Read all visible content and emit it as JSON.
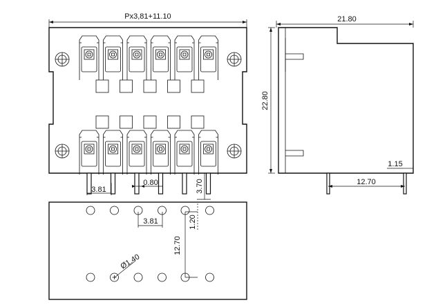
{
  "drawing": {
    "dimensions": {
      "overall_width_label": "Px3,81+11.10",
      "side_width": "21.80",
      "side_height": "22.80",
      "pin_pitch_front": "3.81",
      "pin_thickness": "0.80",
      "pin_length": "3.70",
      "hole_pitch": "3.81",
      "row_offset": "1.20",
      "row_spacing": "12.70",
      "hole_diameter": "Ø1.40",
      "side_pin_offset": "1.15",
      "side_row_spacing": "12.70"
    },
    "pin_positions": 6
  }
}
